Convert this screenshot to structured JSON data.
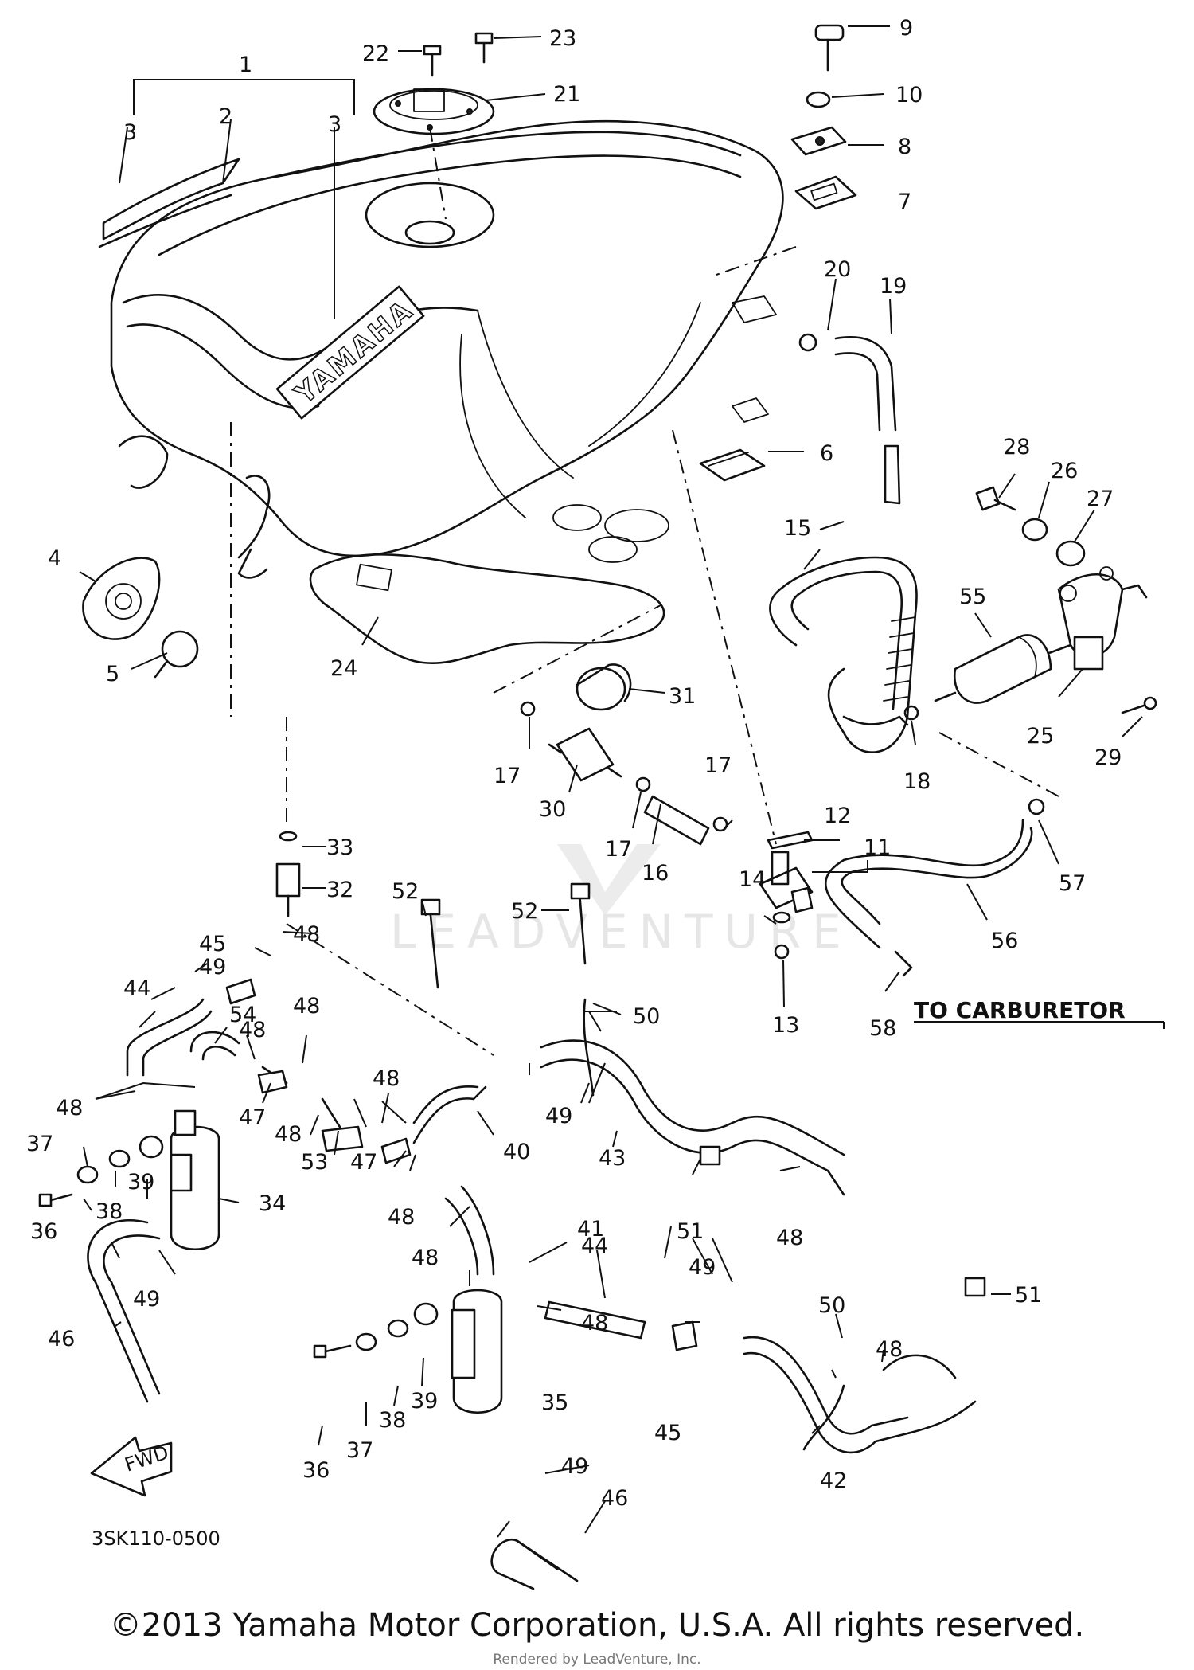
{
  "diagram": {
    "drawing_code": "3SK110-0500",
    "brand_text": "YAMAHA",
    "direction_badge": "FWD",
    "note": "TO CARBURETOR",
    "callouts": [
      {
        "id": "c1",
        "label": "1"
      },
      {
        "id": "c2",
        "label": "2"
      },
      {
        "id": "c3a",
        "label": "3"
      },
      {
        "id": "c3b",
        "label": "3"
      },
      {
        "id": "c4",
        "label": "4"
      },
      {
        "id": "c5",
        "label": "5"
      },
      {
        "id": "c6",
        "label": "6"
      },
      {
        "id": "c7",
        "label": "7"
      },
      {
        "id": "c8",
        "label": "8"
      },
      {
        "id": "c9",
        "label": "9"
      },
      {
        "id": "c10",
        "label": "10"
      },
      {
        "id": "c11",
        "label": "11"
      },
      {
        "id": "c12",
        "label": "12"
      },
      {
        "id": "c13",
        "label": "13"
      },
      {
        "id": "c14",
        "label": "14"
      },
      {
        "id": "c15",
        "label": "15"
      },
      {
        "id": "c16",
        "label": "16"
      },
      {
        "id": "c17a",
        "label": "17"
      },
      {
        "id": "c17b",
        "label": "17"
      },
      {
        "id": "c17c",
        "label": "17"
      },
      {
        "id": "c18",
        "label": "18"
      },
      {
        "id": "c19",
        "label": "19"
      },
      {
        "id": "c20",
        "label": "20"
      },
      {
        "id": "c21",
        "label": "21"
      },
      {
        "id": "c22",
        "label": "22"
      },
      {
        "id": "c23",
        "label": "23"
      },
      {
        "id": "c24",
        "label": "24"
      },
      {
        "id": "c25",
        "label": "25"
      },
      {
        "id": "c26",
        "label": "26"
      },
      {
        "id": "c27",
        "label": "27"
      },
      {
        "id": "c28",
        "label": "28"
      },
      {
        "id": "c29",
        "label": "29"
      },
      {
        "id": "c30",
        "label": "30"
      },
      {
        "id": "c31",
        "label": "31"
      },
      {
        "id": "c32",
        "label": "32"
      },
      {
        "id": "c33",
        "label": "33"
      },
      {
        "id": "c34",
        "label": "34"
      },
      {
        "id": "c35",
        "label": "35"
      },
      {
        "id": "c36a",
        "label": "36"
      },
      {
        "id": "c36b",
        "label": "36"
      },
      {
        "id": "c37a",
        "label": "37"
      },
      {
        "id": "c37b",
        "label": "37"
      },
      {
        "id": "c38a",
        "label": "38"
      },
      {
        "id": "c38b",
        "label": "38"
      },
      {
        "id": "c39a",
        "label": "39"
      },
      {
        "id": "c39b",
        "label": "39"
      },
      {
        "id": "c40",
        "label": "40"
      },
      {
        "id": "c41",
        "label": "41"
      },
      {
        "id": "c42",
        "label": "42"
      },
      {
        "id": "c43",
        "label": "43"
      },
      {
        "id": "c44a",
        "label": "44"
      },
      {
        "id": "c44b",
        "label": "44"
      },
      {
        "id": "c45a",
        "label": "45"
      },
      {
        "id": "c45b",
        "label": "45"
      },
      {
        "id": "c46a",
        "label": "46"
      },
      {
        "id": "c46b",
        "label": "46"
      },
      {
        "id": "c47a",
        "label": "47"
      },
      {
        "id": "c47b",
        "label": "47"
      },
      {
        "id": "c48a",
        "label": "48"
      },
      {
        "id": "c48b",
        "label": "48"
      },
      {
        "id": "c48c",
        "label": "48"
      },
      {
        "id": "c48d",
        "label": "48"
      },
      {
        "id": "c48e",
        "label": "48"
      },
      {
        "id": "c48f",
        "label": "48"
      },
      {
        "id": "c48g",
        "label": "48"
      },
      {
        "id": "c48h",
        "label": "48"
      },
      {
        "id": "c48i",
        "label": "48"
      },
      {
        "id": "c48j",
        "label": "48"
      },
      {
        "id": "c48k",
        "label": "48"
      },
      {
        "id": "c49a",
        "label": "49"
      },
      {
        "id": "c49b",
        "label": "49"
      },
      {
        "id": "c49c",
        "label": "49"
      },
      {
        "id": "c49d",
        "label": "49"
      },
      {
        "id": "c49e",
        "label": "49"
      },
      {
        "id": "c50a",
        "label": "50"
      },
      {
        "id": "c50b",
        "label": "50"
      },
      {
        "id": "c51a",
        "label": "51"
      },
      {
        "id": "c51b",
        "label": "51"
      },
      {
        "id": "c52a",
        "label": "52"
      },
      {
        "id": "c52b",
        "label": "52"
      },
      {
        "id": "c53",
        "label": "53"
      },
      {
        "id": "c54",
        "label": "54"
      },
      {
        "id": "c55",
        "label": "55"
      },
      {
        "id": "c56",
        "label": "56"
      },
      {
        "id": "c57",
        "label": "57"
      },
      {
        "id": "c58",
        "label": "58"
      }
    ]
  },
  "watermark": {
    "center": "LEADVENTURE",
    "footer": "Rendered by LeadVenture, Inc."
  },
  "footer": {
    "copyright": "©2013 Yamaha Motor Corporation, U.S.A. All rights reserved."
  }
}
